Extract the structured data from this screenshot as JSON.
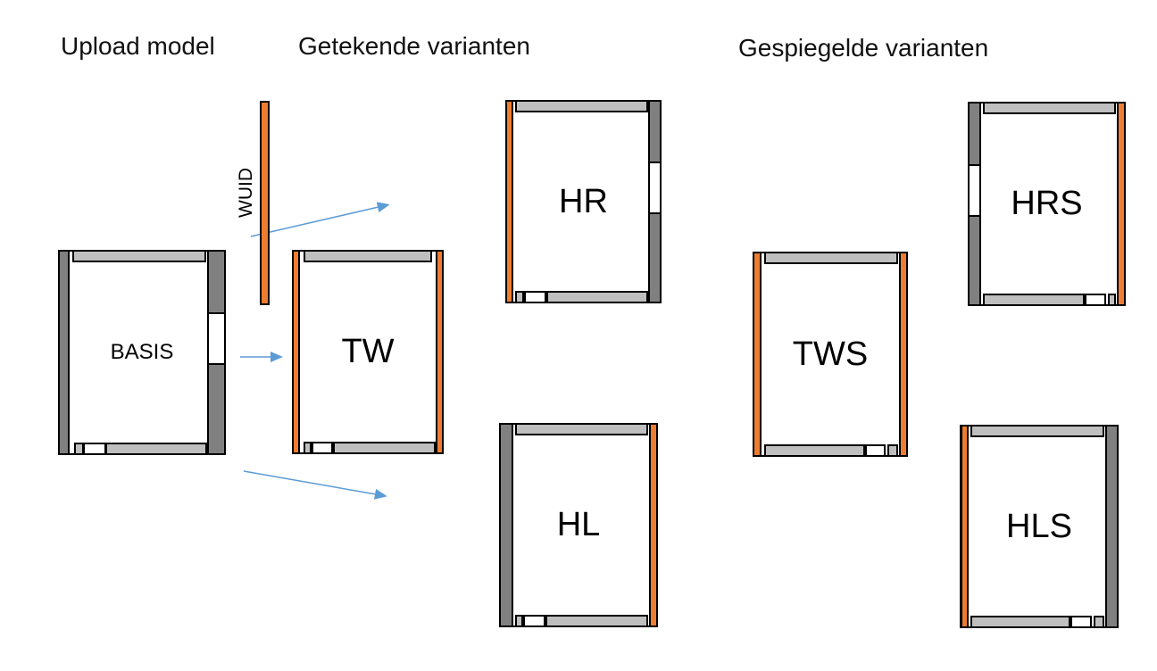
{
  "headers": {
    "upload": "Upload model",
    "drawn": "Getekende varianten",
    "mirrored": "Gespiegelde varianten"
  },
  "wuid": {
    "label": "WUID"
  },
  "rooms": [
    {
      "id": "BASIS",
      "label": "BASIS",
      "group": "upload",
      "left_wall": "dark",
      "right_wall": "dark-with-opening",
      "window": "bottom-left"
    },
    {
      "id": "TW",
      "label": "TW",
      "group": "drawn",
      "left_wall": "orange",
      "right_wall": "orange",
      "window": "bottom-left"
    },
    {
      "id": "HR",
      "label": "HR",
      "group": "drawn",
      "left_wall": "orange",
      "right_wall": "dark-with-opening",
      "window": "bottom-left"
    },
    {
      "id": "HL",
      "label": "HL",
      "group": "drawn",
      "left_wall": "dark",
      "right_wall": "orange",
      "window": "bottom-left"
    },
    {
      "id": "TWS",
      "label": "TWS",
      "group": "mirrored",
      "left_wall": "orange",
      "right_wall": "orange",
      "window": "bottom-right"
    },
    {
      "id": "HRS",
      "label": "HRS",
      "group": "mirrored",
      "left_wall": "dark-with-opening",
      "right_wall": "orange",
      "window": "bottom-right"
    },
    {
      "id": "HLS",
      "label": "HLS",
      "group": "mirrored",
      "left_wall": "orange",
      "right_wall": "dark",
      "window": "bottom-right"
    }
  ],
  "colors": {
    "wall_dark": "#808080",
    "wall_light": "#BFBFBF",
    "wall_new": "#ED7D31",
    "arrow": "#5B9BD5",
    "outline": "#000000",
    "bg": "#FFFFFF",
    "text": "#000000"
  }
}
